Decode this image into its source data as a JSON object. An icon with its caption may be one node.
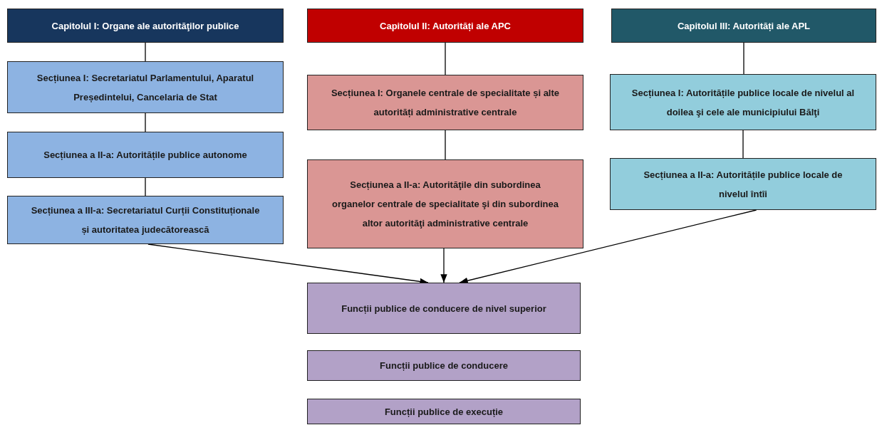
{
  "diagram": {
    "nodes": [
      {
        "text": [
          "Capitolul I: Organe ale autorităţilor publice"
        ]
      },
      {
        "text": [
          "Secțiunea I: Secretariatul Parlamentului, Aparatul Președintelui, Cancelaria de Stat"
        ]
      },
      {
        "text": [
          "Secțiunea a II-a: Autoritățile publice autonome"
        ]
      },
      {
        "text": [
          "Secțiunea a III-a: Secretariatul Curții Constituționale și autoritatea judecătorească"
        ]
      },
      {
        "text": [
          "Capitolul II: Autorități ale APC"
        ]
      },
      {
        "text": [
          "Secțiunea I: Organele centrale de specialitate și alte autorități administrative centrale"
        ]
      },
      {
        "text": [
          "Secțiunea a II-a: Autorităţile din subordinea organelor centrale de specialitate şi din subordinea altor autorităţi administrative centrale"
        ]
      },
      {
        "text": [
          "Capitolul III: Autorități ale APL"
        ]
      },
      {
        "text": [
          "Secțiunea I: Autoritățile publice locale de nivelul al doilea şi cele ale municipiului Bălţi"
        ]
      },
      {
        "text": [
          "Secțiunea a II-a: Autoritățile publice locale de nivelul întîi"
        ]
      },
      {
        "text": [
          "Funcții publice de conducere de nivel superior"
        ]
      },
      {
        "text": [
          "Funcții publice de conducere"
        ]
      },
      {
        "text": [
          "Funcții publice de execuție"
        ]
      }
    ],
    "edges": [
      {
        "from": 0,
        "to": 1,
        "arrow": "none"
      },
      {
        "from": 1,
        "to": 2,
        "arrow": "none"
      },
      {
        "from": 2,
        "to": 3,
        "arrow": "none"
      },
      {
        "from": 4,
        "to": 5,
        "arrow": "none"
      },
      {
        "from": 5,
        "to": 6,
        "arrow": "none"
      },
      {
        "from": 7,
        "to": 8,
        "arrow": "none"
      },
      {
        "from": 8,
        "to": 9,
        "arrow": "none"
      },
      {
        "from": 3,
        "to": 10,
        "arrow": "to"
      },
      {
        "from": 6,
        "to": 10,
        "arrow": "to"
      },
      {
        "from": 9,
        "to": 10,
        "arrow": "to"
      }
    ]
  }
}
